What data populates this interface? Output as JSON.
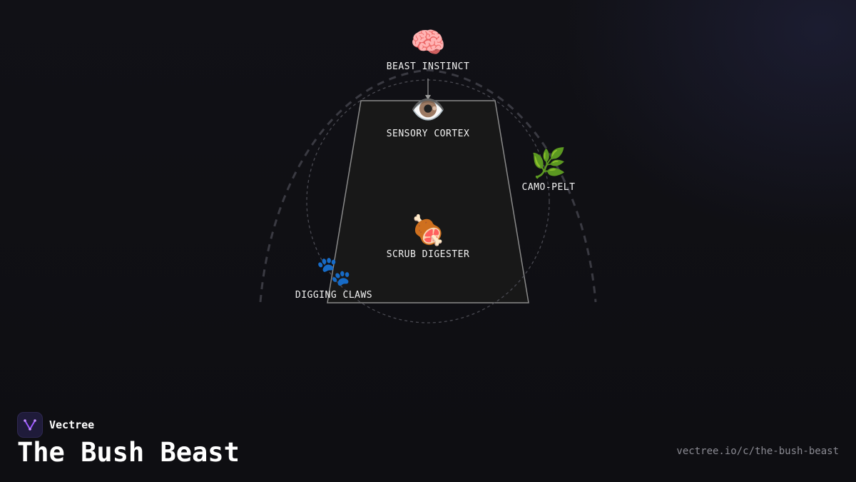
{
  "diagram": {
    "nodes": [
      {
        "id": "beast-instinct",
        "label": "BEAST INSTINCT",
        "icon": "brain-icon",
        "emoji": "🧠"
      },
      {
        "id": "sensory-cortex",
        "label": "SENSORY CORTEX",
        "icon": "eye-icon",
        "emoji": "👁️"
      },
      {
        "id": "camo-pelt",
        "label": "CAMO-PELT",
        "icon": "leaf-icon",
        "emoji": "🌿"
      },
      {
        "id": "scrub-digester",
        "label": "SCRUB DIGESTER",
        "icon": "meat-icon",
        "emoji": "🍖"
      },
      {
        "id": "digging-claws",
        "label": "DIGGING CLAWS",
        "icon": "paw-prints-icon",
        "emoji": "🐾"
      }
    ],
    "edges": [
      {
        "from": "beast-instinct",
        "to": "sensory-cortex"
      }
    ]
  },
  "brand": {
    "name": "Vectree",
    "accent": "#9b59ff"
  },
  "page": {
    "title": "The Bush Beast",
    "url": "vectree.io/c/the-bush-beast"
  },
  "colors": {
    "background": "#0f0f13",
    "body_fill": "#181818",
    "body_stroke": "#8a8a8a",
    "dashed": "#3c3c44"
  }
}
